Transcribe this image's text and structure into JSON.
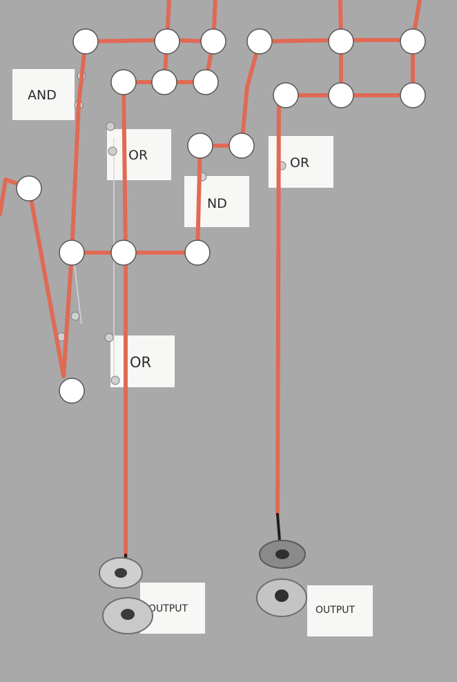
{
  "board": {
    "background": "#a9a9a9",
    "wire_color": "#e06a55",
    "node_fill": "#ffffff",
    "node_stroke": "#555555",
    "card_color": "#f7f7f5"
  },
  "gates": [
    {
      "id": "gate-and-1",
      "label": "AND",
      "type": "AND"
    },
    {
      "id": "gate-or-1",
      "label": "OR",
      "type": "OR"
    },
    {
      "id": "gate-and-2",
      "label": "ND",
      "type": "AND"
    },
    {
      "id": "gate-or-2",
      "label": "OR",
      "type": "OR"
    },
    {
      "id": "gate-or-3",
      "label": "OR",
      "type": "OR"
    }
  ],
  "outputs": [
    {
      "id": "output-left",
      "label": "OUTPUT"
    },
    {
      "id": "output-right",
      "label": "OUTPUT"
    }
  ]
}
